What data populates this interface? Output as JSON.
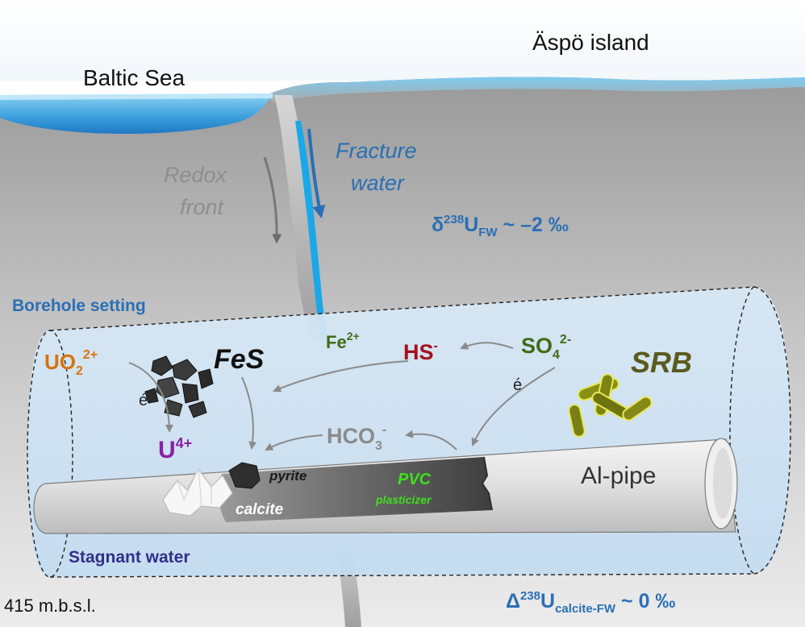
{
  "labels": {
    "baltic_sea": "Baltic Sea",
    "aspo_island": "Äspö island",
    "redox_line1": "Redox",
    "redox_line2": "front",
    "fracture_line1": "Fracture",
    "fracture_line2": "water",
    "delta_fw": {
      "prefix": "δ",
      "mass": "238",
      "element": "U",
      "sub": "FW",
      "suffix": " ~  –2 ‰"
    },
    "borehole_setting": "Borehole setting",
    "stagnant_water": "Stagnant water",
    "depth": "415 m.b.s.l.",
    "delta_calcite": {
      "prefix": "Δ",
      "mass": "238",
      "element": "U",
      "sub": "calcite-FW",
      "suffix": " ~ 0 ‰"
    }
  },
  "species": {
    "uo2": {
      "base": "UO",
      "sub": "2",
      "sup": "2+"
    },
    "fes": "FeS",
    "fe2": {
      "base": "Fe",
      "sup": "2+"
    },
    "hs": {
      "base": "HS",
      "sup": "-"
    },
    "so4": {
      "base": "SO",
      "sub": "4",
      "sup": "2-"
    },
    "srb": "SRB",
    "u4": {
      "base": "U",
      "sup": "4+"
    },
    "hco3": {
      "base": "HCO",
      "sub": "3",
      "sup": "-"
    },
    "electron_left": "é",
    "electron_right": "é"
  },
  "pipe": {
    "pyrite": "pyrite",
    "calcite": "calcite",
    "pvc_line1": "PVC",
    "pvc_line2": "plasticizer",
    "al_pipe": "Al-pipe"
  },
  "colors": {
    "sea_surface": "#6ec3ec",
    "sea_deep": "#2b86cf",
    "rock": "#b3b3b3",
    "fracture_water": "#19a9e6",
    "label_blue": "#2a6fb5",
    "uranyl_orange": "#d6720f",
    "u4_purple": "#8b1fa7",
    "hs_red": "#a3121b",
    "green_dark": "#3f6b16",
    "srb_olive": "#5b5a1e",
    "pvc_green": "#3fe01f",
    "stagnant_purple": "#322f8a",
    "arrow_gray": "#8a8a8a"
  }
}
